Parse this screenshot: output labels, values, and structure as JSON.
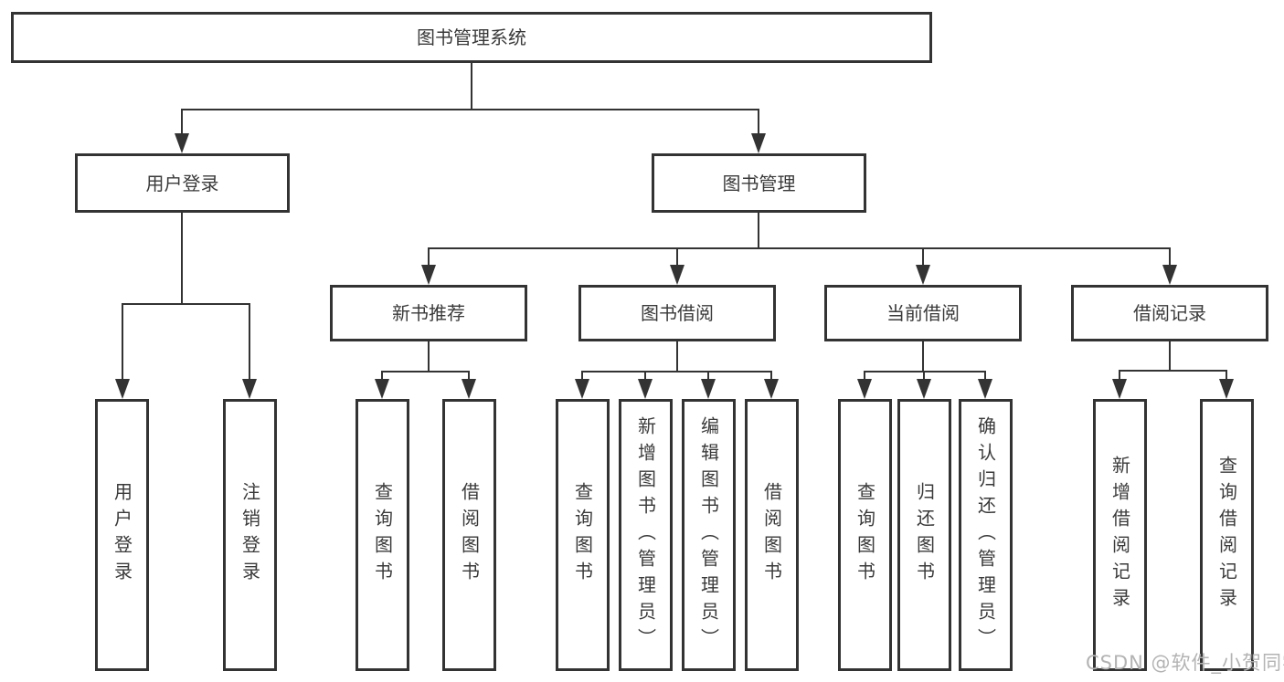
{
  "root": {
    "label": "图书管理系统"
  },
  "level2": [
    {
      "label": "用户登录"
    },
    {
      "label": "图书管理"
    }
  ],
  "level3": [
    {
      "label": "新书推荐"
    },
    {
      "label": "图书借阅"
    },
    {
      "label": "当前借阅"
    },
    {
      "label": "借阅记录"
    }
  ],
  "children": {
    "user_login": [
      "用户登录",
      "注销登录"
    ],
    "new_books": [
      "查询图书",
      "借阅图书"
    ],
    "book_borrow": [
      "查询图书",
      "新增图书（管理员）",
      "编辑图书（管理员）",
      "借阅图书"
    ],
    "current_borrow": [
      "查询图书",
      "归还图书",
      "确认归还（管理员）"
    ],
    "borrow_records": [
      "新增借阅记录",
      "查询借阅记录"
    ]
  },
  "watermark": {
    "text": "CSDN @软件_小贺同学",
    "color": "#b3b3b3"
  },
  "colors": {
    "line": "#333333",
    "text": "#3a3a3a",
    "background": "#ffffff"
  }
}
